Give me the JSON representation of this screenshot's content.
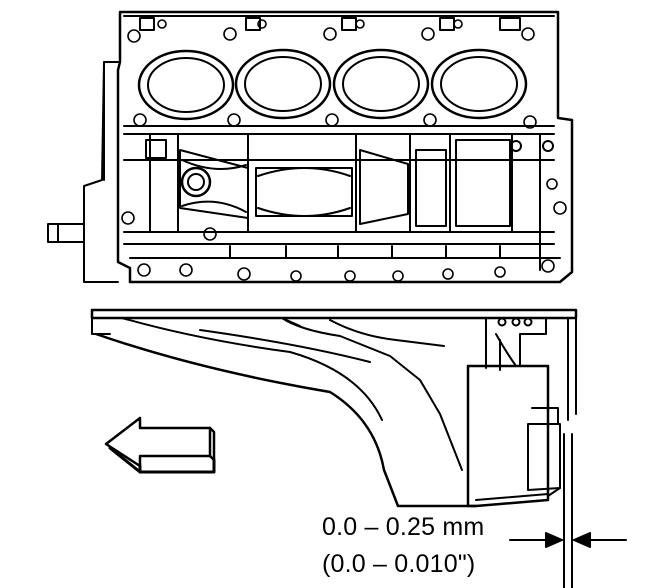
{
  "figure": {
    "clearance_metric": "0.0 – 0.25 mm",
    "clearance_imperial": "(0.0 – 0.010\")",
    "colors": {
      "line": "#000000",
      "background": "#ffffff"
    },
    "icons": [
      "engine-block-drawing",
      "oil-pan-drawing",
      "direction-arrow-icon",
      "dimension-arrows-icon"
    ]
  }
}
